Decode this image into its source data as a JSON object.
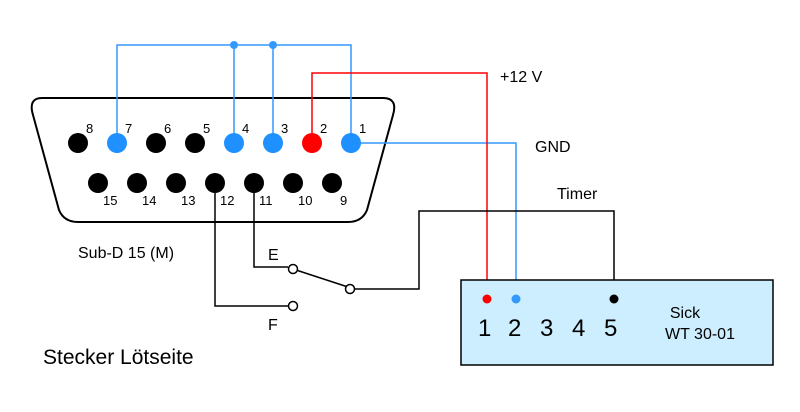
{
  "connector": {
    "label": "Sub-D 15 (M)",
    "top_pins": [
      "8",
      "7",
      "6",
      "5",
      "4",
      "3",
      "2",
      "1"
    ],
    "bottom_pins": [
      "15",
      "14",
      "13",
      "12",
      "11",
      "10",
      "9"
    ]
  },
  "labels": {
    "supply": "+12 V",
    "ground": "GND",
    "timer": "Timer",
    "switch_e": "E",
    "switch_f": "F",
    "title": "Stecker Lötseite"
  },
  "sensor": {
    "name": "Sick",
    "model": "WT 30-01",
    "terminals": [
      "1",
      "2",
      "3",
      "4",
      "5"
    ]
  },
  "colors": {
    "wire_blue": "#3399ff",
    "wire_red": "#ff0000",
    "wire_black": "#000000",
    "box_fill": "#cceeff",
    "pin_black": "#000000",
    "pin_blue": "#1e90ff",
    "pin_red": "#ff0000"
  }
}
